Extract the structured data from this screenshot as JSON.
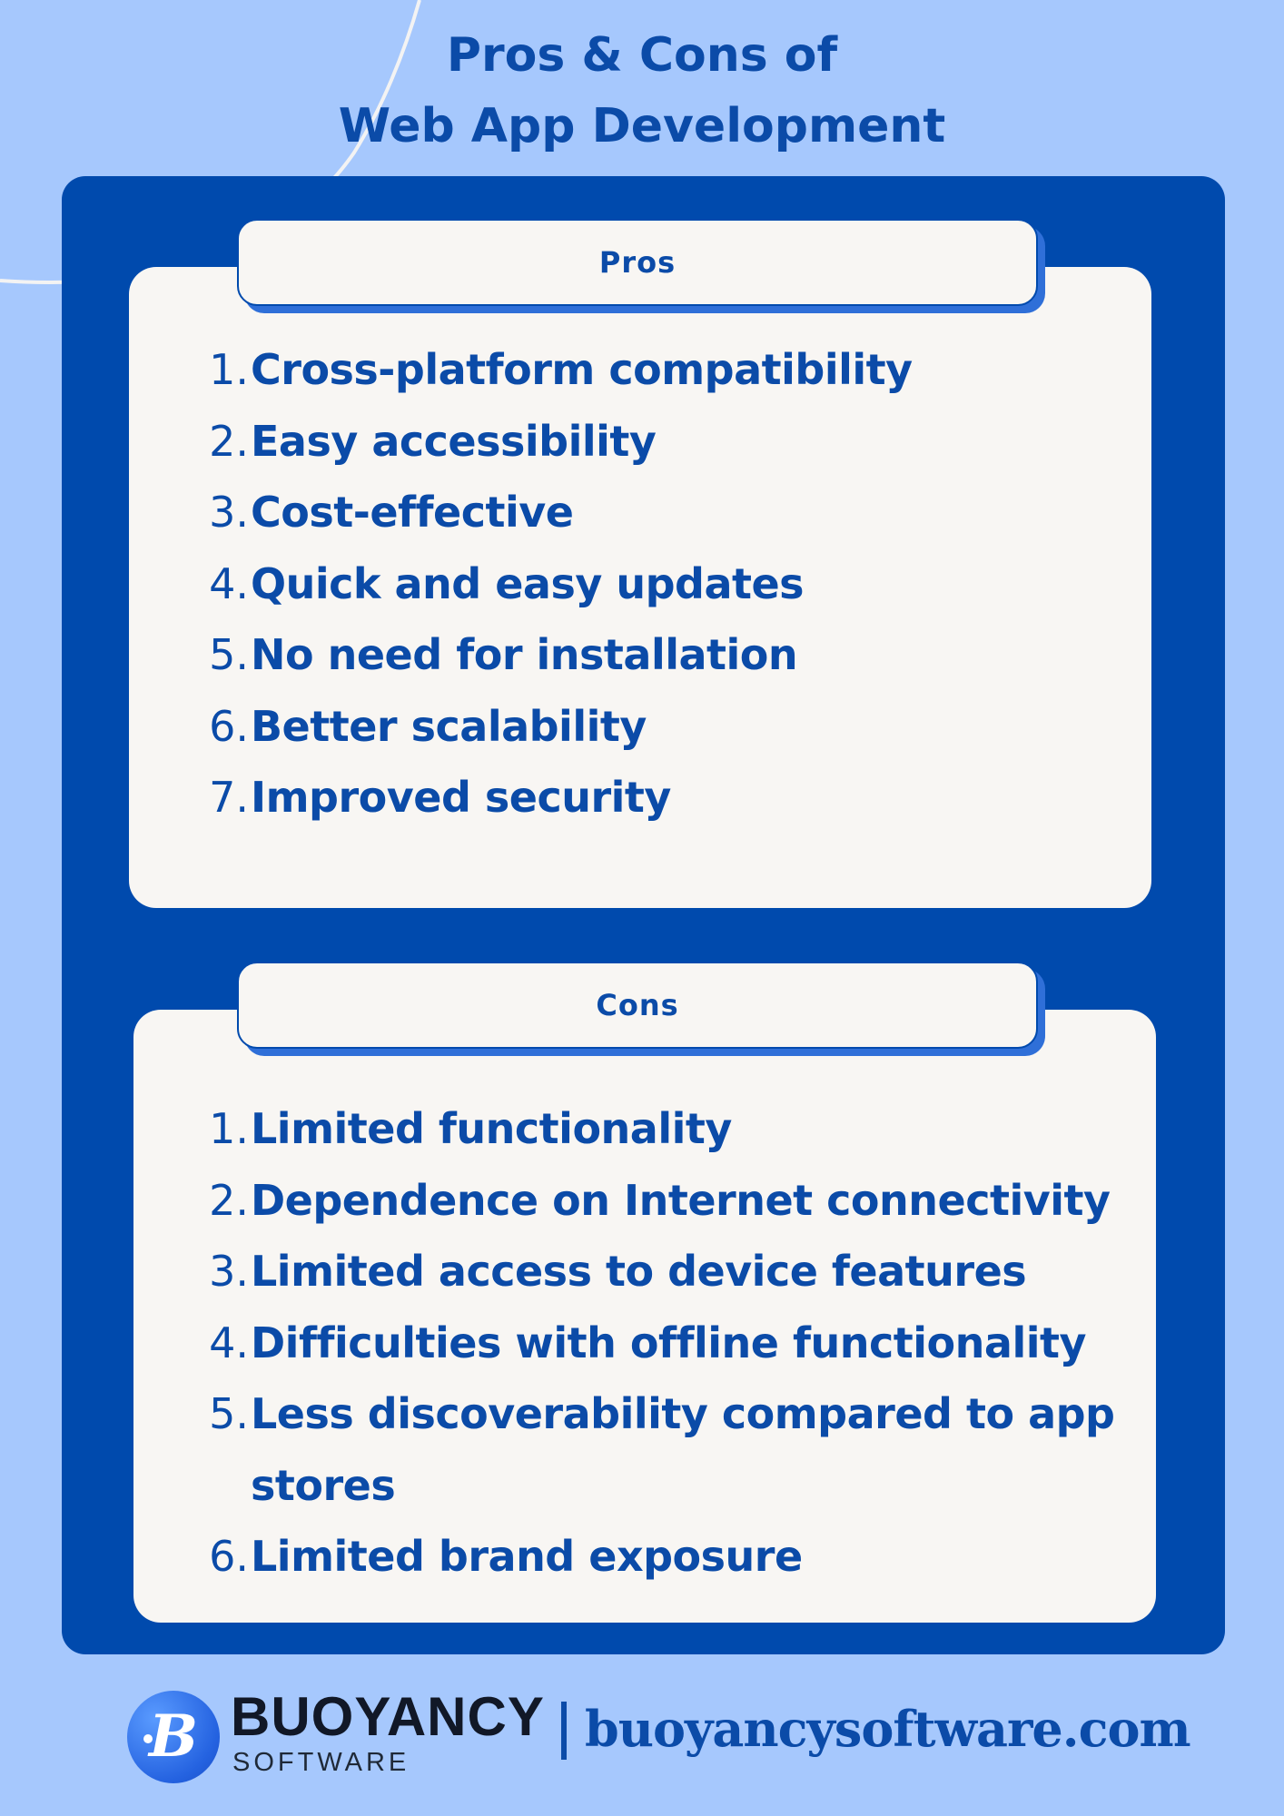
{
  "title": {
    "line1": "Pros & Cons of",
    "line2": "Web App Development"
  },
  "pros": {
    "heading": "Pros",
    "items": [
      {
        "num": "1.",
        "text": "Cross-platform compatibility"
      },
      {
        "num": "2.",
        "text": "Easy accessibility"
      },
      {
        "num": "3.",
        "text": "Cost-effective"
      },
      {
        "num": "4.",
        "text": "Quick and easy updates"
      },
      {
        "num": "5.",
        "text": "No need for installation"
      },
      {
        "num": "6.",
        "text": "Better scalability"
      },
      {
        "num": "7.",
        "text": "Improved security"
      }
    ]
  },
  "cons": {
    "heading": "Cons",
    "items": [
      {
        "num": "1.",
        "text": "Limited functionality"
      },
      {
        "num": "2.",
        "text": "Dependence on Internet connectivity"
      },
      {
        "num": "3.",
        "text": "Limited access to device features"
      },
      {
        "num": "4.",
        "text": "Difficulties with offline functionality"
      },
      {
        "num": "5.",
        "text": "Less discoverability compared to app stores"
      },
      {
        "num": "6.",
        "text": "Limited brand exposure"
      }
    ]
  },
  "footer": {
    "logo_letter": "B",
    "brand_name": "BUOYANCY",
    "brand_sub": "SOFTWARE",
    "website": "buoyancysoftware.com"
  },
  "colors": {
    "background": "#a6c8fd",
    "panel": "#004aad",
    "card": "#f8f6f3",
    "text": "#0b4ba8"
  }
}
